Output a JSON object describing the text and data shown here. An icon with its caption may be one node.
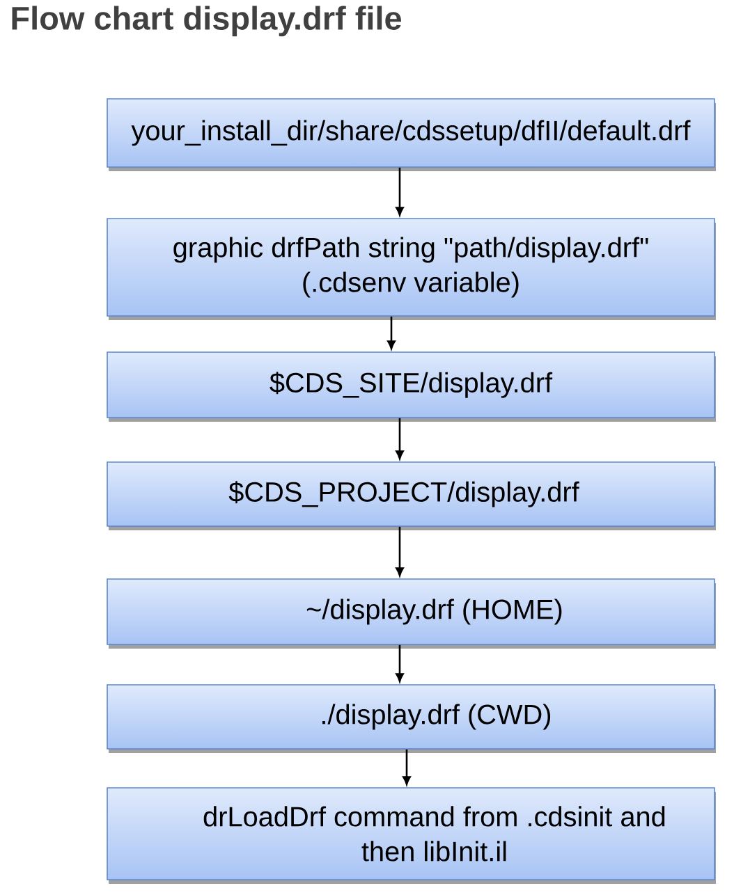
{
  "diagram": {
    "title": "Flow chart display.drf file",
    "nodes": [
      {
        "text": [
          "your_install_dir/share/cdssetup/dfII/default.drf"
        ]
      },
      {
        "text": [
          "graphic drfPath string \"path/display.drf\" (.cdsenv variable)"
        ]
      },
      {
        "text": [
          "$CDS_SITE/display.drf"
        ]
      },
      {
        "text": [
          "$CDS_PROJECT/display.drf"
        ]
      },
      {
        "text": [
          "~/display.drf (HOME)"
        ]
      },
      {
        "text": [
          "./display.drf (CWD)"
        ]
      },
      {
        "text": [
          "drLoadDrf command from .cdsinit and then libInit.il"
        ]
      }
    ],
    "edges": [
      {
        "from": 0,
        "to": 1,
        "arrow": "to"
      },
      {
        "from": 1,
        "to": 2,
        "arrow": "to"
      },
      {
        "from": 2,
        "to": 3,
        "arrow": "to"
      },
      {
        "from": 3,
        "to": 4,
        "arrow": "to"
      },
      {
        "from": 4,
        "to": 5,
        "arrow": "to"
      },
      {
        "from": 5,
        "to": 6,
        "arrow": "to"
      }
    ]
  }
}
